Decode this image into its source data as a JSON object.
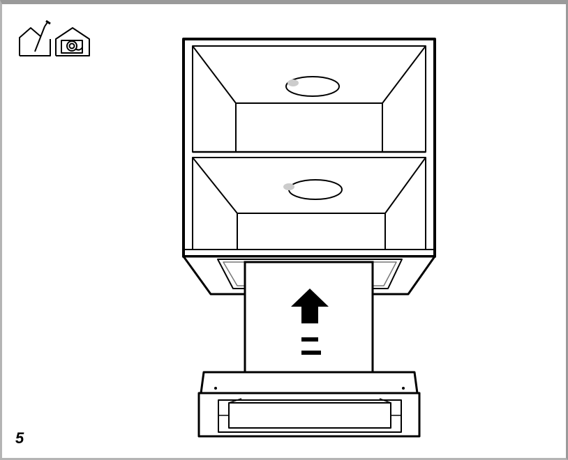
{
  "step": {
    "number": "5"
  },
  "icons": [
    {
      "name": "house-with-screwdriver-icon",
      "meaning": "installation"
    },
    {
      "name": "house-with-cable-icon",
      "meaning": "connection"
    }
  ],
  "colors": {
    "line": "#000000",
    "frame": "#9a9a9a",
    "background": "#ffffff"
  }
}
